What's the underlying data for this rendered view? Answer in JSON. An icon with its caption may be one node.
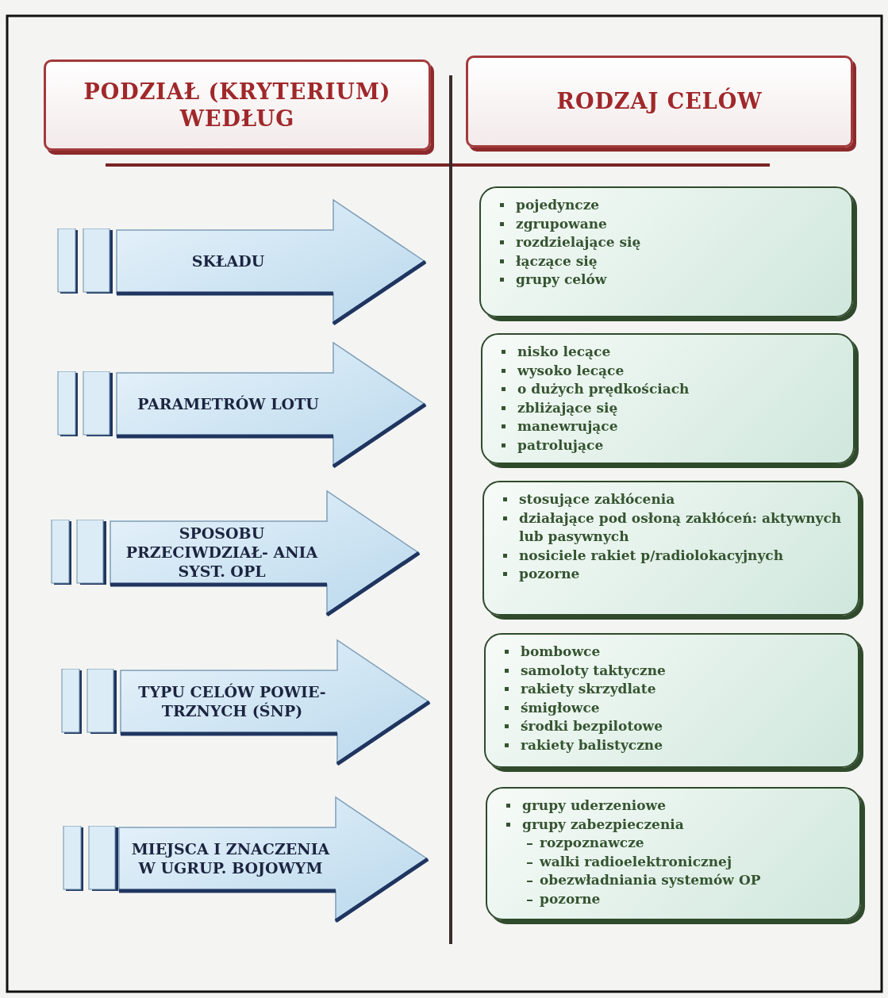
{
  "diagram": {
    "nodes": [
      {
        "text": [
          "PODZIAŁ (KRYTERIUM) WEDŁUG"
        ]
      },
      {
        "text": [
          "RODZAJ CELÓW"
        ]
      },
      {
        "text": [
          "SKŁADU"
        ]
      },
      {
        "text": [
          "pojedyncze",
          "zgrupowane",
          "rozdzielające się",
          "łączące się",
          "grupy celów"
        ]
      },
      {
        "text": [
          "PARAMETRÓW LOTU"
        ]
      },
      {
        "text": [
          "nisko lecące",
          "wysoko lecące",
          "o dużych prędkościach",
          "zbliżające się",
          "manewrujące",
          "patrolujące"
        ]
      },
      {
        "text": [
          "SPOSOBU PRZECIWDZIAŁ- ANIA SYST. OPL"
        ]
      },
      {
        "text": [
          "stosujące zakłócenia",
          "działające pod osłoną zakłóceń: aktywnych lub pasywnych",
          "nosiciele rakiet p/radiolokacyjnych",
          "pozorne"
        ]
      },
      {
        "text": [
          "TYPU CELÓW POWIE- TRZNYCH (ŚNP)"
        ]
      },
      {
        "text": [
          "bombowce",
          "samoloty taktyczne",
          "rakiety skrzydlate",
          "śmigłowce",
          "środki bezpilotowe",
          "rakiety balistyczne"
        ]
      },
      {
        "text": [
          "MIEJSCA I ZNACZENIA W UGRUP. BOJOWYM"
        ]
      },
      {
        "text": [
          "grupy uderzeniowe",
          "grupy zabezpieczenia",
          "rozpoznawcze",
          "walki radioelektronicznej",
          "obezwładniania systemów OP",
          "pozorne"
        ]
      }
    ]
  }
}
